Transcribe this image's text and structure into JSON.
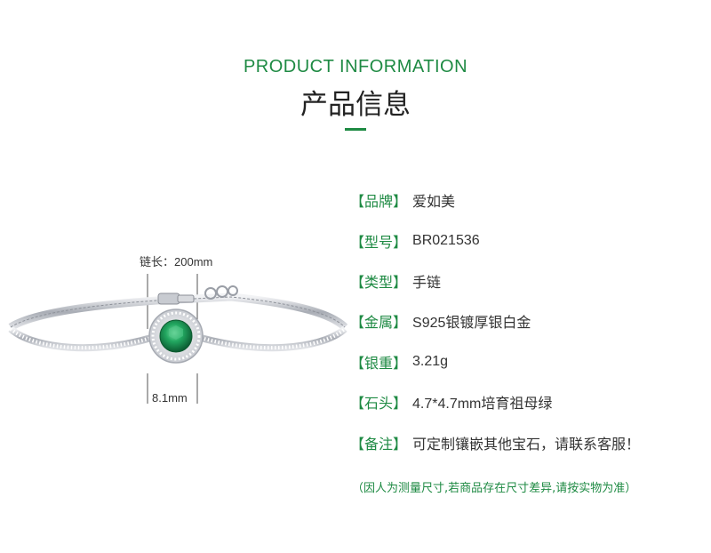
{
  "header": {
    "title_en": "PRODUCT INFORMATION",
    "title_cn": "产品信息"
  },
  "figure": {
    "chain_length_label": "链长：200mm",
    "pendant_width_label": "8.1mm"
  },
  "specs": [
    {
      "key": "【品牌】",
      "value": "爱如美"
    },
    {
      "key": "【型号】",
      "value": "BR021536"
    },
    {
      "key": "【类型】",
      "value": "手链"
    },
    {
      "key": "【金属】",
      "value": "S925银镀厚银白金"
    },
    {
      "key": "【银重】",
      "value": "3.21g"
    },
    {
      "key": "【石头】",
      "value": "4.7*4.7mm培育祖母绿"
    },
    {
      "key": "【备注】",
      "value": "可定制镶嵌其他宝石，请联系客服！"
    }
  ],
  "note": "（因人为测量尺寸,若商品存在尺寸差异,请按实物为准）",
  "colors": {
    "accent_green": "#1e8a43",
    "text": "#333333",
    "silver": "#b9bcc2",
    "emerald": "#1f9a58"
  }
}
